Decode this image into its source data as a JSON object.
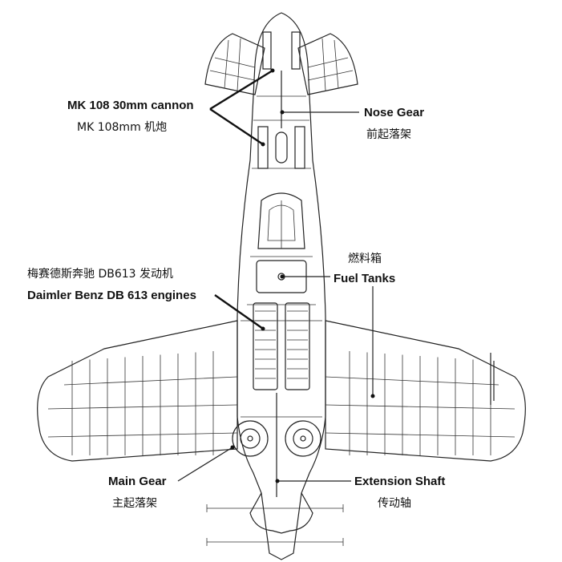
{
  "labels": {
    "cannon_en": "MK 108 30mm cannon",
    "cannon_cn": "MK 108mm 机炮",
    "nose_gear_en": "Nose Gear",
    "nose_gear_cn": "前起落架",
    "fuel_cn": "燃料箱",
    "fuel_en": "Fuel Tanks",
    "engine_cn": "梅赛德斯奔驰 DB613 发动机",
    "engine_en": "Daimler Benz DB 613 engines",
    "main_gear_en": "Main Gear",
    "main_gear_cn": "主起落架",
    "shaft_en": "Extension Shaft",
    "shaft_cn": "传动轴"
  },
  "colors": {
    "line": "#222222",
    "background": "#ffffff"
  }
}
